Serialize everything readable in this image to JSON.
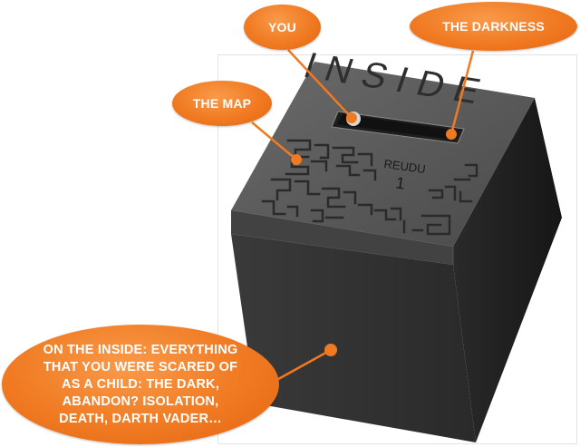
{
  "object": {
    "engraved_title": "INSIDE",
    "engraved_name": "REUDU",
    "engraved_number": "1"
  },
  "callouts": {
    "you": "YOU",
    "darkness": "THE DARKNESS",
    "map": "THE MAP",
    "inside": "ON THE INSIDE: EVERYTHING THAT YOU WERE SCARED OF AS A CHILD: THE DARK, ABANDON? ISOLATION, DEATH, DARTH VADER…"
  },
  "colors": {
    "callout_fill": "#f07a22",
    "callout_text": "#ffffff",
    "cube_top": "#5a5a5a",
    "cube_left": "#2e2e2e",
    "cube_right": "#1f1f1f"
  }
}
